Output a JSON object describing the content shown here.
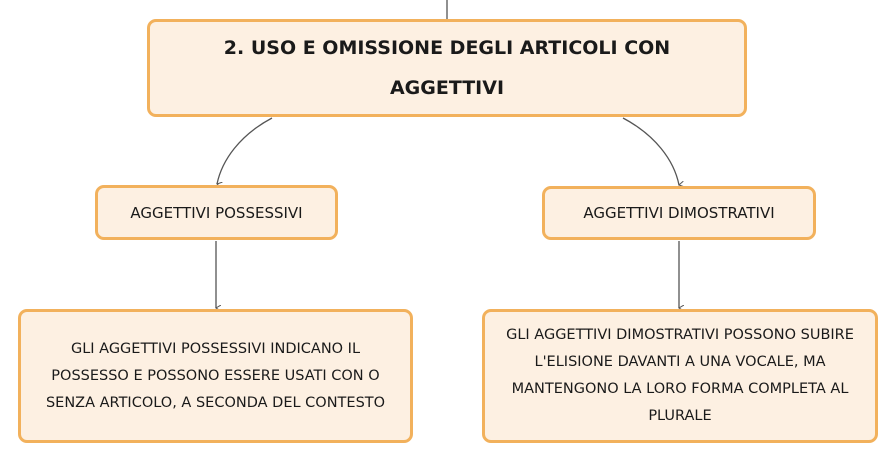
{
  "root": {
    "title": "2. USO E OMISSIONE DEGLI ARTICOLI CON AGGETTIVI"
  },
  "branches": [
    {
      "label": "AGGETTIVI POSSESSIVI",
      "detail": "GLI AGGETTIVI POSSESSIVI INDICANO IL POSSESSO E POSSONO ESSERE USATI CON O SENZA ARTICOLO, A SECONDA DEL CONTESTO"
    },
    {
      "label": "AGGETTIVI DIMOSTRATIVI",
      "detail": "GLI AGGETTIVI DIMOSTRATIVI POSSONO SUBIRE L'ELISIONE DAVANTI A UNA VOCALE, MA MANTENGONO LA LORO FORMA COMPLETA AL PLURALE"
    }
  ],
  "colors": {
    "node_fill": "#fdf0e2",
    "node_border": "#f2b15c",
    "connector": "#555555"
  }
}
